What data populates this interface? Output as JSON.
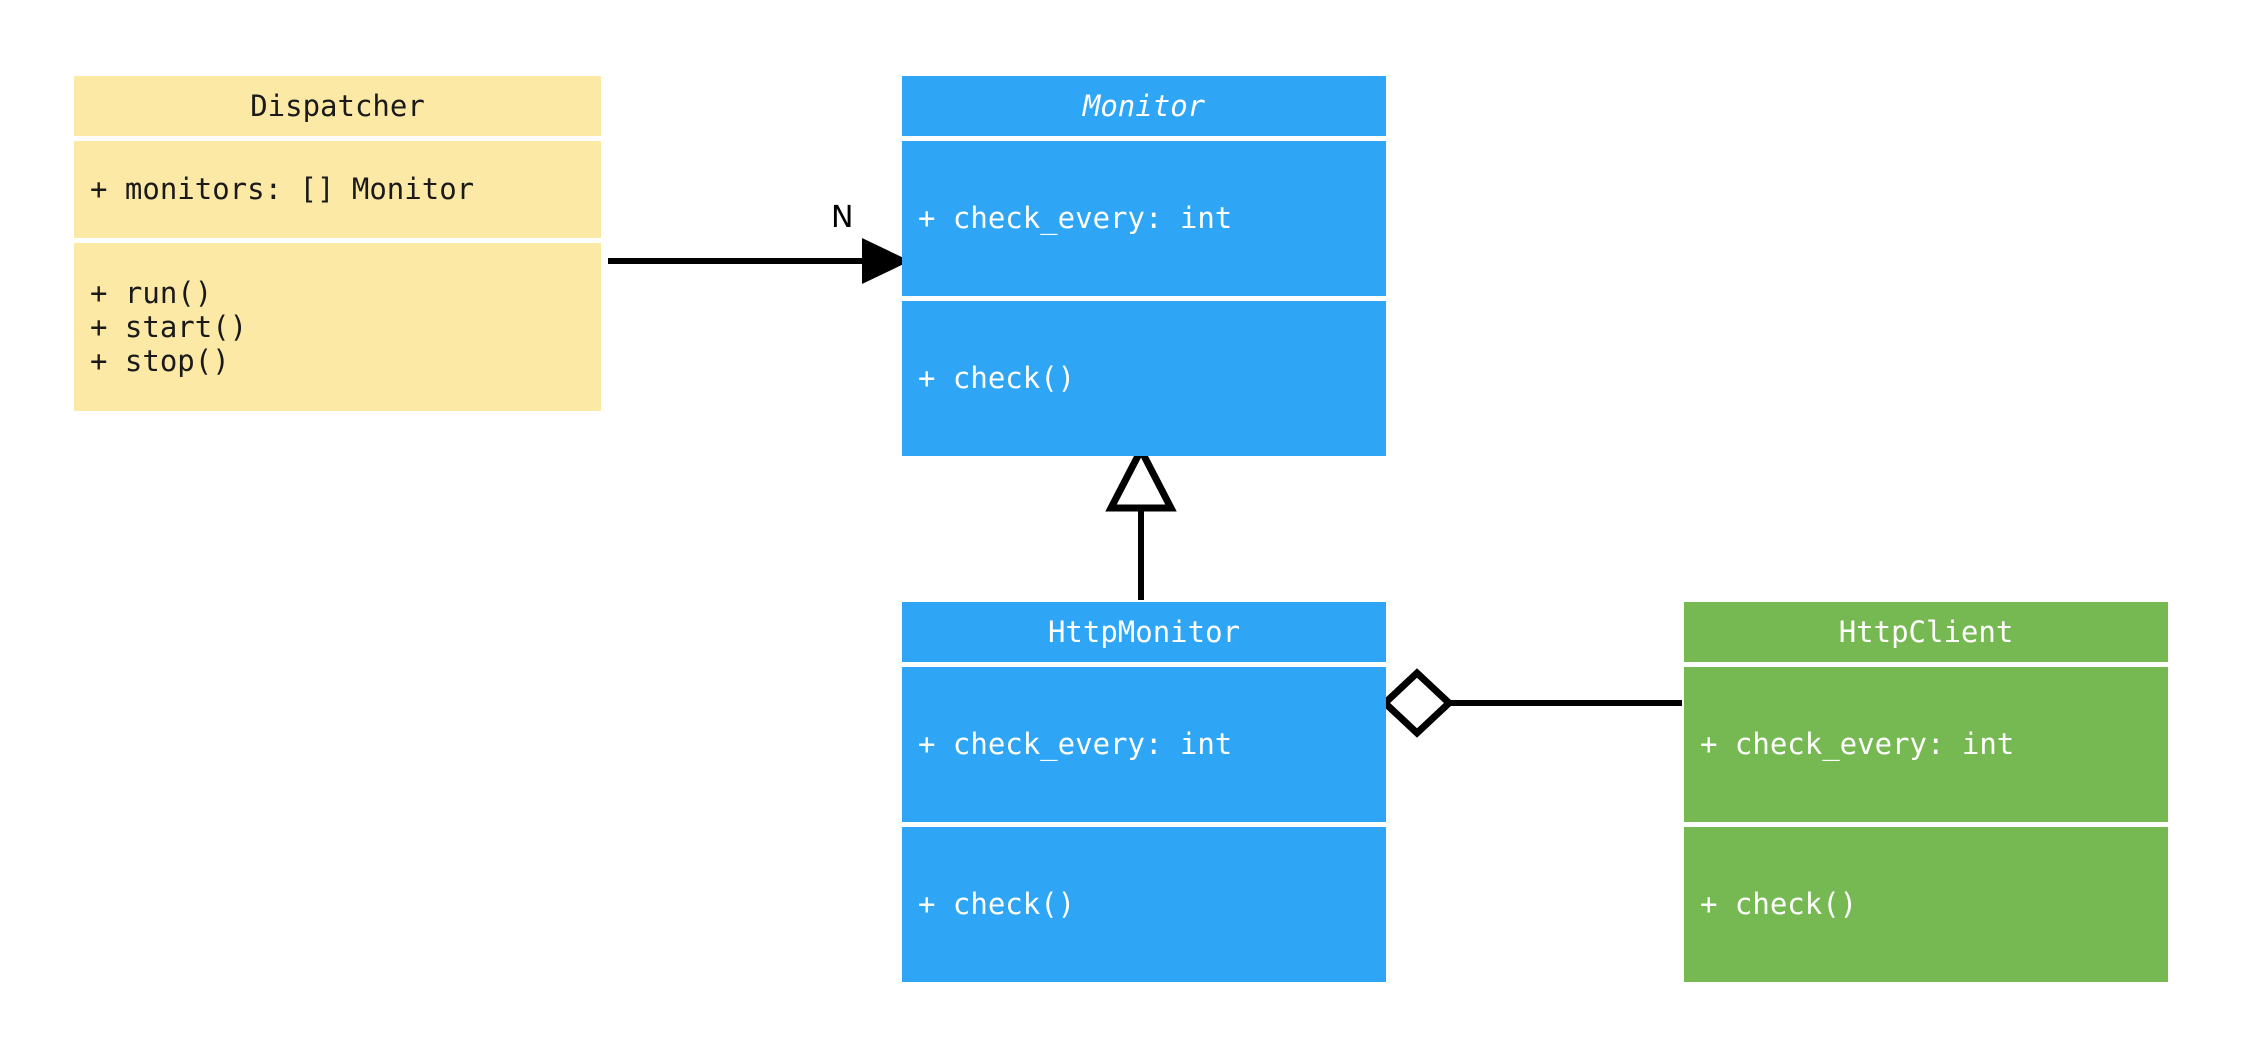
{
  "diagram": {
    "type": "uml-class-diagram",
    "background": "#ffffff",
    "colors": {
      "dispatcher": "#fce9a6",
      "monitor": "#2ea6f5",
      "http_monitor": "#2ea6f5",
      "http_client": "#76b852",
      "connector": "#000000",
      "text_dark": "#1a1a1a",
      "text_light": "#ffffff"
    }
  },
  "classes": {
    "dispatcher": {
      "name": "Dispatcher",
      "abstract": false,
      "attributes": [
        "+ monitors: [] Monitor"
      ],
      "methods": [
        "+ run()",
        "+ start()",
        "+ stop()"
      ]
    },
    "monitor": {
      "name": "Monitor",
      "abstract": true,
      "attributes": [
        "+ check_every: int"
      ],
      "methods": [
        "+ check()"
      ]
    },
    "http_monitor": {
      "name": "HttpMonitor",
      "abstract": false,
      "attributes": [
        "+ check_every: int"
      ],
      "methods": [
        "+ check()"
      ]
    },
    "http_client": {
      "name": "HttpClient",
      "abstract": false,
      "attributes": [
        "+ check_every: int"
      ],
      "methods": [
        "+ check()"
      ]
    }
  },
  "relationships": [
    {
      "id": "dispatcher-to-monitor",
      "kind": "association",
      "from": "Dispatcher",
      "to": "Monitor",
      "label": "N",
      "arrow": "solid-filled-arrowhead"
    },
    {
      "id": "httpmonitor-to-monitor",
      "kind": "generalization",
      "from": "HttpMonitor",
      "to": "Monitor",
      "label": "",
      "arrow": "hollow-triangle"
    },
    {
      "id": "httpmonitor-to-httpclient",
      "kind": "aggregation",
      "from": "HttpMonitor",
      "to": "HttpClient",
      "label": "",
      "arrow": "hollow-diamond"
    }
  ]
}
